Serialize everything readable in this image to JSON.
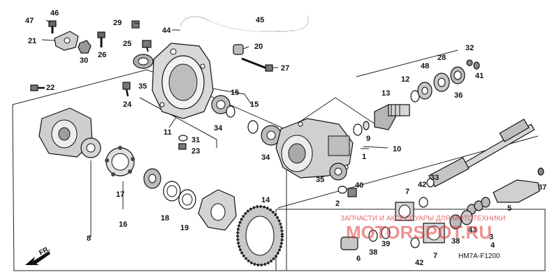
{
  "labels": {
    "p1": "1",
    "p2": "2",
    "p3": "3",
    "p4": "4",
    "p5": "5",
    "p6": "6",
    "p7a": "7",
    "p7b": "7",
    "p8": "8",
    "p9": "9",
    "p10": "10",
    "p11": "11",
    "p12": "12",
    "p13": "13",
    "p14": "14",
    "p15a": "15",
    "p15b": "15",
    "p16": "16",
    "p17": "17",
    "p18": "18",
    "p19": "19",
    "p20": "20",
    "p21": "21",
    "p22": "22",
    "p23": "23",
    "p24": "24",
    "p25": "25",
    "p26": "26",
    "p27": "27",
    "p28": "28",
    "p29": "29",
    "p30": "30",
    "p31": "31",
    "p32": "32",
    "p33": "33",
    "p34a": "34",
    "p34b": "34",
    "p35a": "35",
    "p35b": "35",
    "p36": "36",
    "p37": "37",
    "p38a": "38",
    "p38b": "38",
    "p39": "39",
    "p40": "40",
    "p41": "41",
    "p42a": "42",
    "p42b": "42",
    "p43": "43",
    "p44": "44",
    "p45": "45",
    "p46": "46",
    "p47": "47",
    "p48": "48"
  },
  "front_marker": "FR.",
  "diagram_code": "HM7A-F1200",
  "watermark": {
    "line1": "ЗАПЧАСТИ И АКСЕССУАРЫ ДЛЯ МОТОТЕХНИКИ",
    "line2": "MOTORSPOT.RU"
  },
  "colors": {
    "watermark": "#e03a3a",
    "ink": "#111111"
  }
}
